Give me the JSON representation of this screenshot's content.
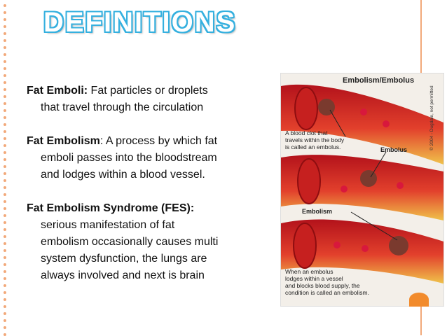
{
  "title": "DEFINITIONS",
  "definitions": [
    {
      "term": "Fat Emboli:",
      "line1": " Fat particles or droplets",
      "rest": [
        "that travel through the circulation"
      ]
    },
    {
      "term": "Fat Embolism",
      "line1": ": A process by which fat",
      "rest": [
        "emboli passes into the bloodstream",
        "and lodges within a blood vessel."
      ]
    },
    {
      "term": "Fat Embolism Syndrome (FES):",
      "line1": "",
      "rest": [
        "serious manifestation of fat",
        "embolism occasionally causes multi",
        "system dysfunction, the lungs are",
        "always involved and next is brain"
      ]
    }
  ],
  "figure": {
    "title": "Embolism/Embolus",
    "caption_top": [
      "A blood clot that",
      "travels within the body",
      "is called an embolus."
    ],
    "label_embolus": "Embolus",
    "label_embolism": "Embolism",
    "caption_bottom": [
      "When an embolus",
      "lodges within a vessel",
      "and blocks blood supply, the",
      "condition is called an embolism."
    ],
    "copyright": "© 2004 - Dugdale, not permitted"
  },
  "colors": {
    "title_outline": "#35b0df",
    "accent": "#f28b2c",
    "frame": "#f2a97a"
  }
}
